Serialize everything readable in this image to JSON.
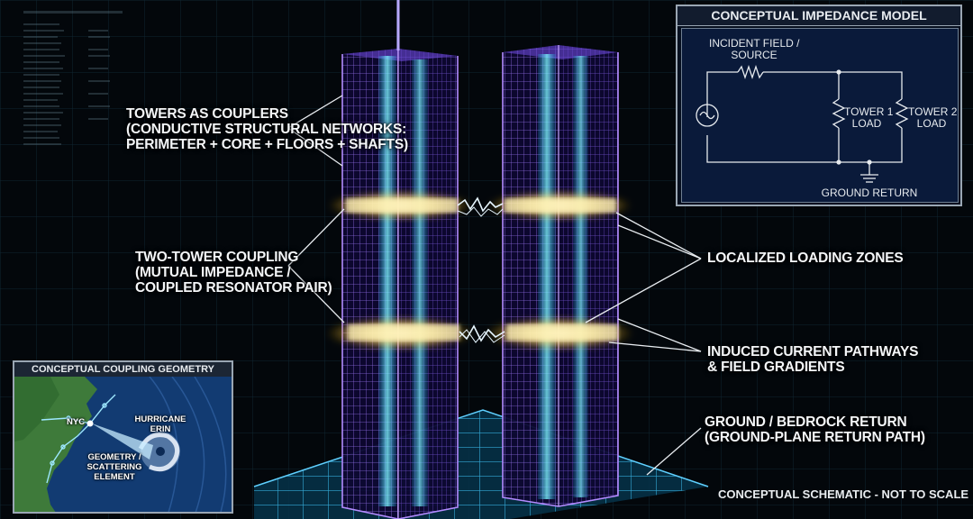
{
  "callouts": {
    "towers_as_couplers": [
      "TOWERS AS COUPLERS",
      "(CONDUCTIVE STRUCTURAL NETWORKS:",
      "PERIMETER + CORE + FLOORS + SHAFTS)"
    ],
    "two_tower_coupling": [
      "TWO-TOWER COUPLING",
      "(MUTUAL IMPEDANCE /",
      "COUPLED RESONATOR PAIR)"
    ],
    "localized_loading_zones": [
      "LOCALIZED LOADING ZONES"
    ],
    "induced_current": [
      "INDUCED CURRENT PATHWAYS",
      "& FIELD GRADIENTS"
    ],
    "ground_return": [
      "GROUND / BEDROCK RETURN",
      "(GROUND-PLANE RETURN PATH)"
    ]
  },
  "impedance_model": {
    "title": "CONCEPTUAL IMPEDANCE MODEL",
    "source_label": [
      "INCIDENT FIELD /",
      "SOURCE"
    ],
    "tower1_label": [
      "TOWER 1",
      "LOAD"
    ],
    "tower2_label": [
      "TOWER 2",
      "LOAD"
    ],
    "ground_label": "GROUND RETURN"
  },
  "coupling_map": {
    "title": "CONCEPTUAL COUPLING GEOMETRY",
    "nyc_label": "NYC",
    "hurricane_label": [
      "HURRICANE",
      "ERIN"
    ],
    "element_label": [
      "GEOMETRY /",
      "SCATTERING",
      "ELEMENT"
    ]
  },
  "footer_note": "CONCEPTUAL SCHEMATIC - NOT TO SCALE",
  "colors": {
    "background": "#03070b",
    "tower_purple": "#7d4dff",
    "tower_core_cyan": "#3fe6ff",
    "loading_zone_glow": "#ffe88a",
    "grid_cyan": "#2aa9d9",
    "panel_navy": "#0a1a3a"
  }
}
